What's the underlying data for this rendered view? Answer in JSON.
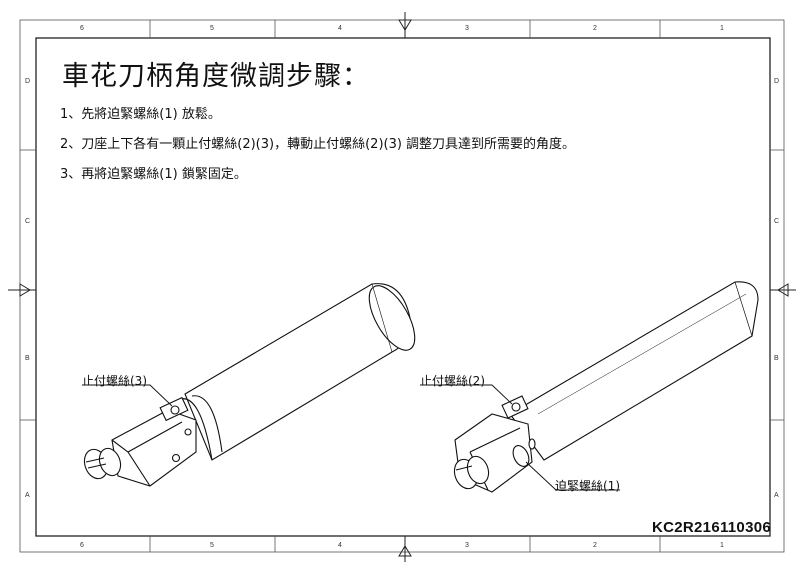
{
  "title": "車花刀柄角度微調步驟：",
  "steps": [
    "1、先將迫緊螺絲(1) 放鬆。",
    "2、刀座上下各有一顆止付螺絲(2)(3)，轉動止付螺絲(2)(3) 調整刀具達到所需要的角度。",
    "3、再將迫緊螺絲(1) 鎖緊固定。"
  ],
  "callouts": {
    "set_screw_3": "止付螺絲(3)",
    "set_screw_2": "止付螺絲(2)",
    "clamp_screw_1": "迫緊螺絲(1)"
  },
  "drawing_code": "KC2R216110306",
  "border_zones": {
    "columns": [
      "6",
      "5",
      "4",
      "3",
      "2",
      "1"
    ],
    "rows": [
      "D",
      "C",
      "B",
      "A"
    ]
  }
}
